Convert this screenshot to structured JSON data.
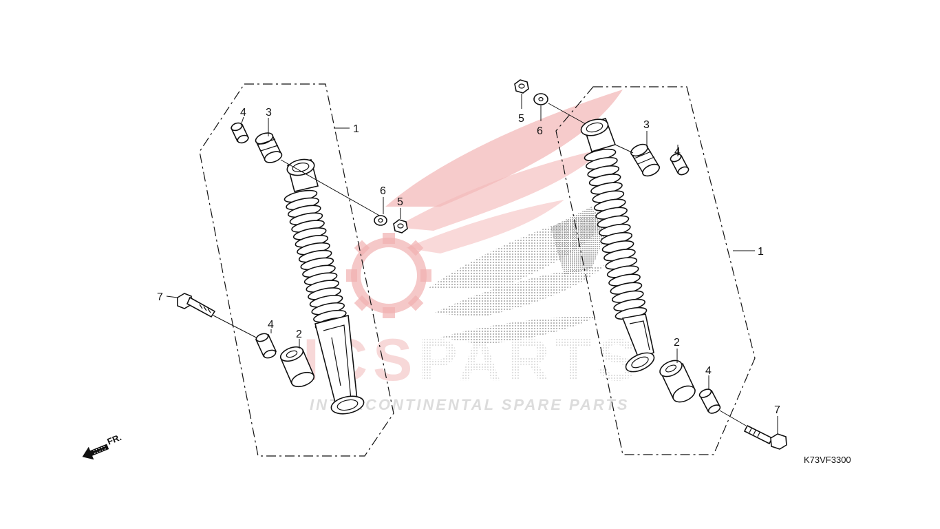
{
  "diagram_code": "K73VF3300",
  "direction_label": "FR.",
  "watermark": {
    "brand": "ICSPARTS",
    "tagline": "INTERCONTINENTAL SPARE PARTS",
    "colors": {
      "red": "#e8464a",
      "grey": "#8a8a8a"
    }
  },
  "callouts": {
    "left_shock": "1",
    "left_rubber_bush_top": "3",
    "left_collar_top": "4",
    "left_washer": "6",
    "left_nut": "5",
    "left_bolt": "7",
    "left_collar_bottom": "4",
    "left_rubber_bush_bottom": "2",
    "right_nut": "5",
    "right_washer": "6",
    "right_rubber_bush_top": "3",
    "right_collar_top": "4",
    "right_shock": "1",
    "right_rubber_bush_bottom": "2",
    "right_collar_bottom": "4",
    "right_bolt": "7"
  }
}
